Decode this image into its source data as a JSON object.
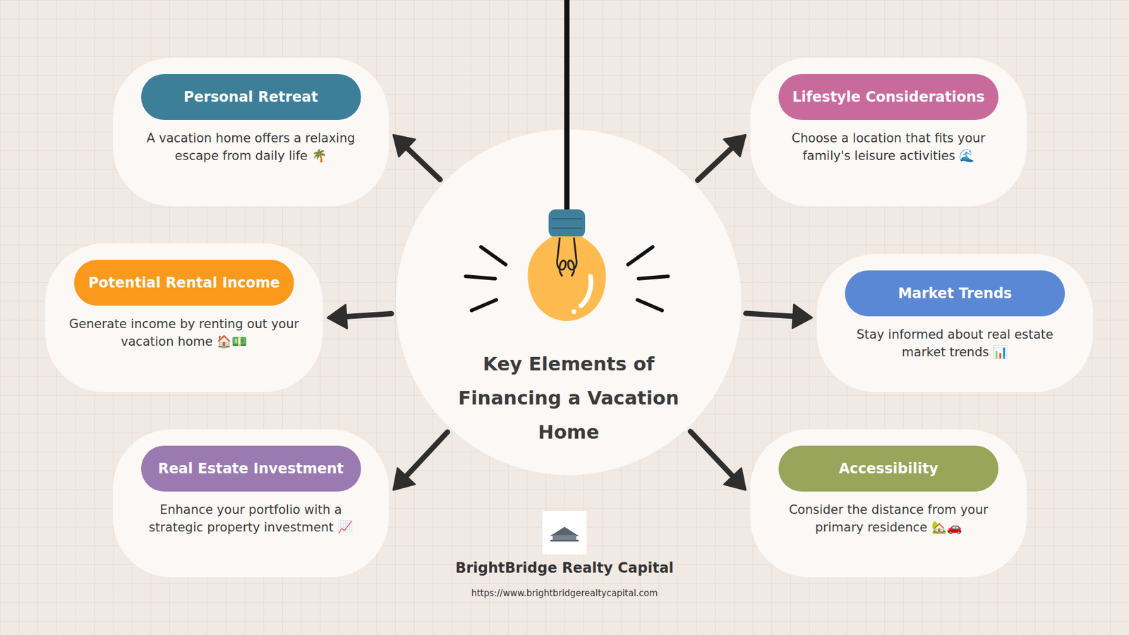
{
  "diagram": {
    "nodes": [
      {
        "text": [
          "Key Elements of Financing a Vacation Home"
        ]
      },
      {
        "text": [
          "Personal Retreat",
          "A vacation home offers a relaxing escape from daily life 🌴"
        ]
      },
      {
        "text": [
          "Lifestyle Considerations",
          "Choose a location that fits your family's leisure activities 🌊"
        ]
      },
      {
        "text": [
          "Potential Rental Income",
          "Generate income by renting out your vacation home 🏠💵"
        ]
      },
      {
        "text": [
          "Market Trends",
          "Stay informed about real estate market trends 📊"
        ]
      },
      {
        "text": [
          "Real Estate Investment",
          "Enhance your portfolio with a strategic property investment 📈"
        ]
      },
      {
        "text": [
          "Accessibility",
          "Consider the distance from your primary residence 🏡🚗"
        ]
      }
    ],
    "edges": [
      {
        "from": 0,
        "to": 1,
        "arrow": "to"
      },
      {
        "from": 0,
        "to": 2,
        "arrow": "to"
      },
      {
        "from": 0,
        "to": 3,
        "arrow": "to"
      },
      {
        "from": 0,
        "to": 4,
        "arrow": "to"
      },
      {
        "from": 0,
        "to": 5,
        "arrow": "to"
      },
      {
        "from": 0,
        "to": 6,
        "arrow": "to"
      }
    ],
    "labels": [
      "BrightBridge Realty Capital",
      "https://www.brightbridgerealtycapital.com"
    ]
  }
}
